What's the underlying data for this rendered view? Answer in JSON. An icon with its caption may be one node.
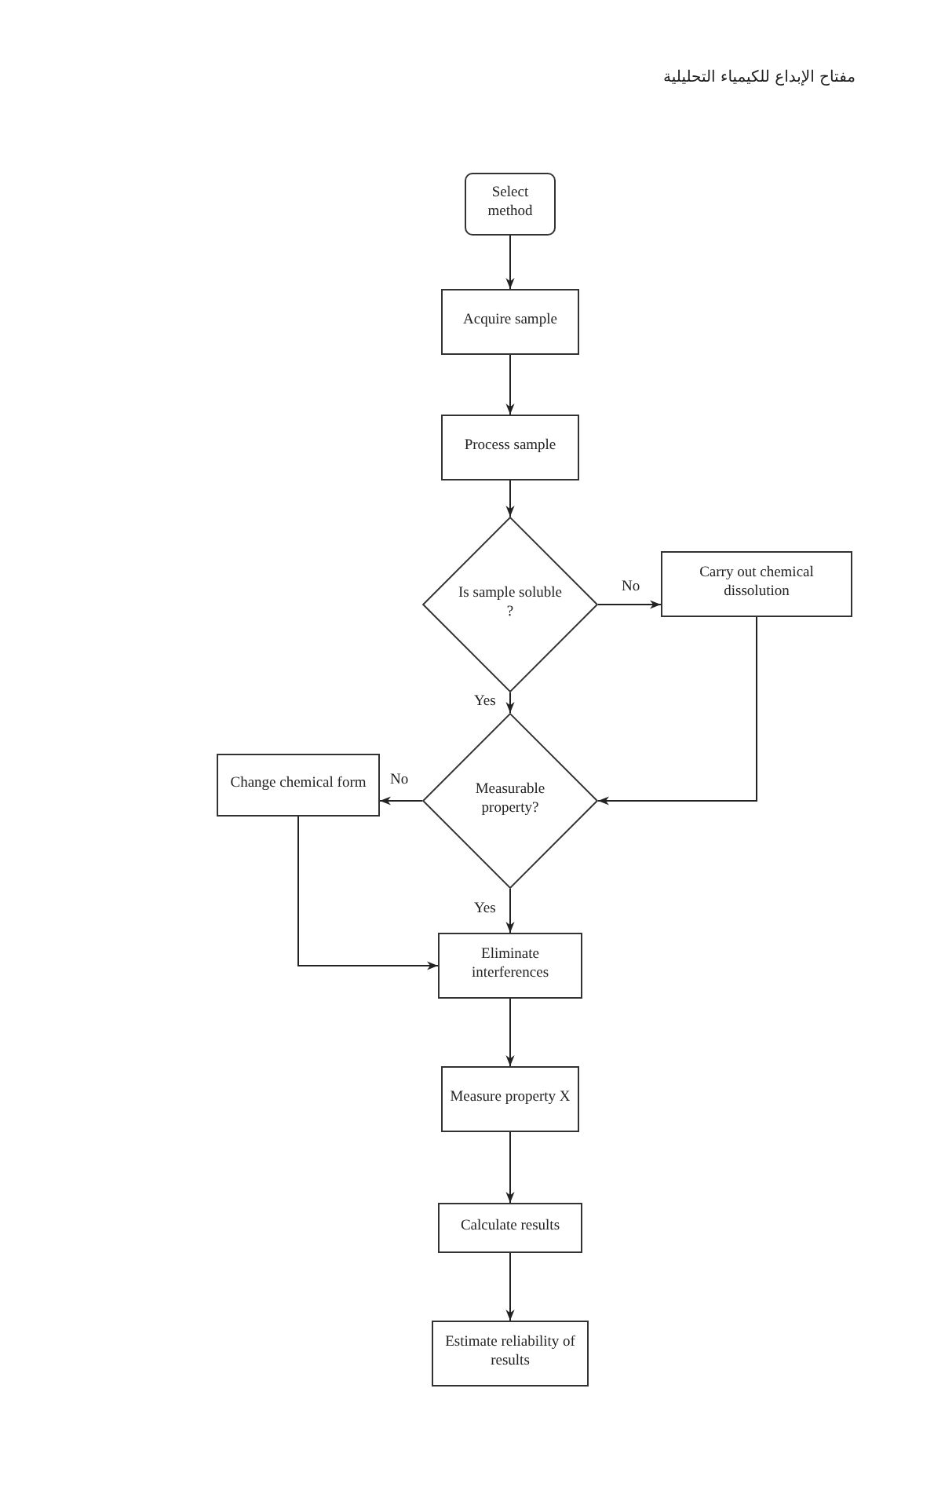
{
  "diagram": {
    "title": "مفتاح الإبداع للكيمياء التحليلية",
    "nodes": [
      {
        "text": [
          "Select method"
        ]
      },
      {
        "text": [
          "Acquire sample"
        ]
      },
      {
        "text": [
          "Process sample"
        ]
      },
      {
        "text": [
          "Is sample soluble ?"
        ]
      },
      {
        "text": [
          "Carry out chemical dissolution"
        ]
      },
      {
        "text": [
          "Measurable property?"
        ]
      },
      {
        "text": [
          "Change chemical form"
        ]
      },
      {
        "text": [
          "Eliminate interferences"
        ]
      },
      {
        "text": [
          "Measure property X"
        ]
      },
      {
        "text": [
          "Calculate results"
        ]
      },
      {
        "text": [
          "Estimate reliability of results"
        ]
      }
    ],
    "edges": [
      {
        "from": 0,
        "to": 1,
        "arrow": "to"
      },
      {
        "from": 1,
        "to": 2,
        "arrow": "to"
      },
      {
        "from": 2,
        "to": 3,
        "arrow": "to"
      },
      {
        "from": 3,
        "to": 4,
        "arrow": "to",
        "label": "No"
      },
      {
        "from": 3,
        "to": 5,
        "arrow": "to",
        "label": "Yes"
      },
      {
        "from": 4,
        "to": 5,
        "arrow": "to"
      },
      {
        "from": 5,
        "to": 6,
        "arrow": "to",
        "label": "No"
      },
      {
        "from": 5,
        "to": 7,
        "arrow": "to",
        "label": "Yes"
      },
      {
        "from": 6,
        "to": 7,
        "arrow": "to"
      },
      {
        "from": 7,
        "to": 8,
        "arrow": "to"
      },
      {
        "from": 8,
        "to": 9,
        "arrow": "to"
      },
      {
        "from": 9,
        "to": 10,
        "arrow": "to"
      }
    ]
  }
}
